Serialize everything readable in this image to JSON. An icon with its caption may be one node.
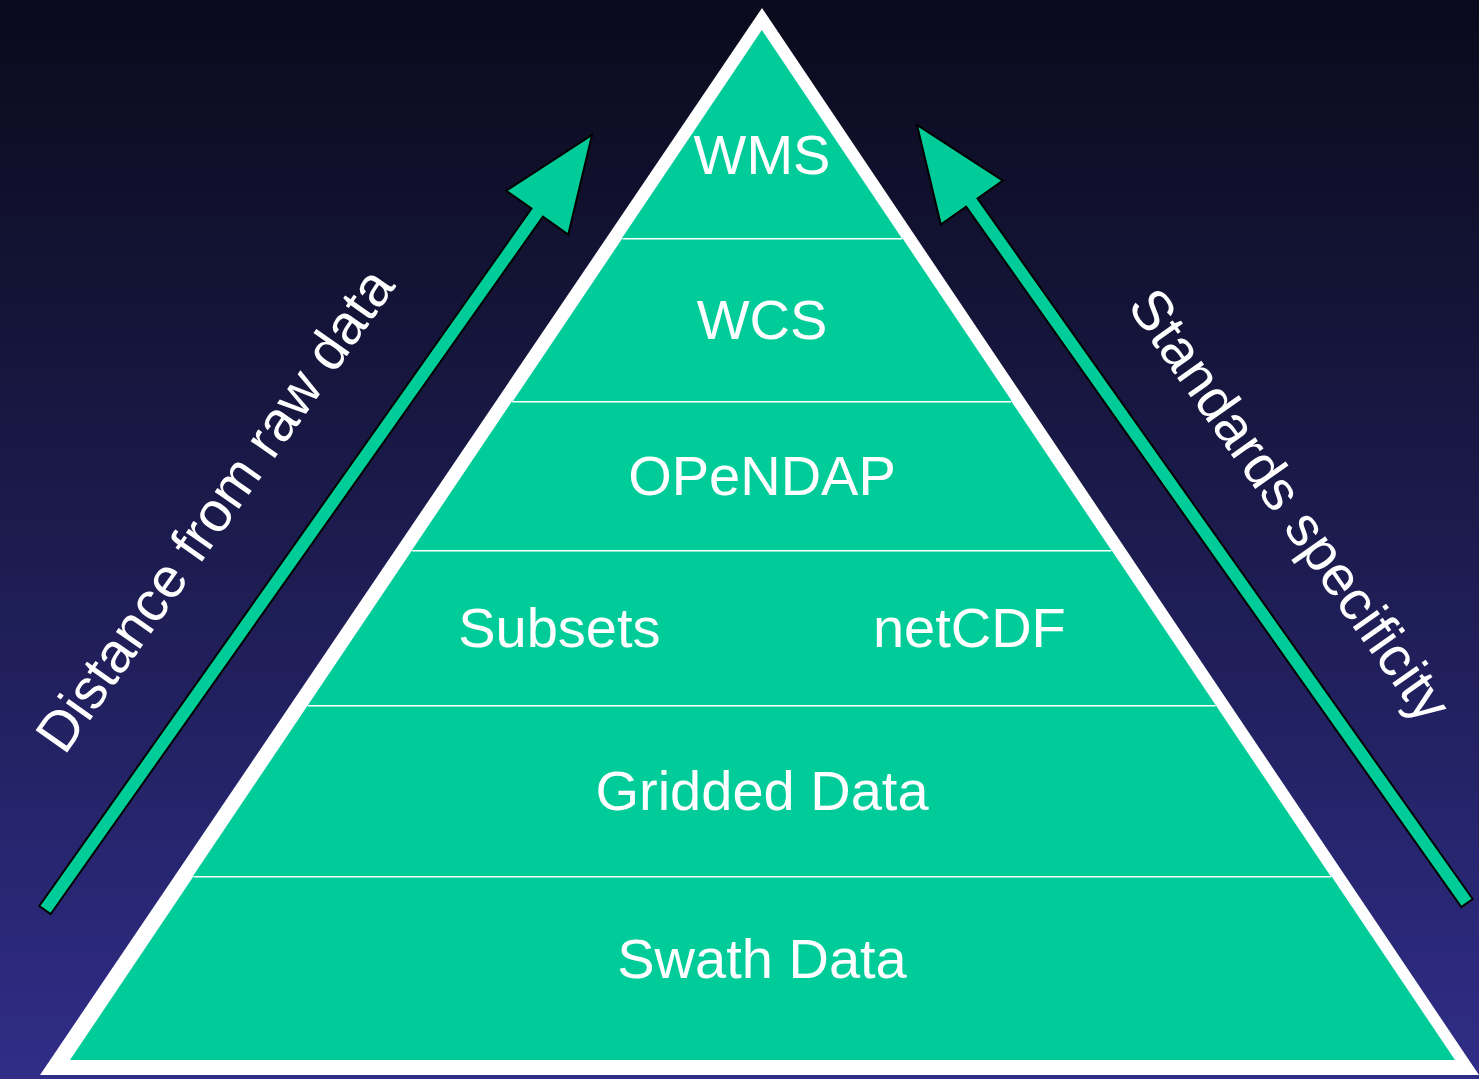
{
  "diagram": {
    "nodes": [
      {
        "text": [
          "WMS"
        ]
      },
      {
        "text": [
          "WCS"
        ]
      },
      {
        "text": [
          "OPeNDAP"
        ]
      },
      {
        "text": [
          "Subsets",
          "netCDF"
        ]
      },
      {
        "text": [
          "Gridded Data"
        ]
      },
      {
        "text": [
          "Swath Data"
        ]
      }
    ],
    "labels": [
      "Distance from raw data",
      "Standards specificity"
    ]
  }
}
